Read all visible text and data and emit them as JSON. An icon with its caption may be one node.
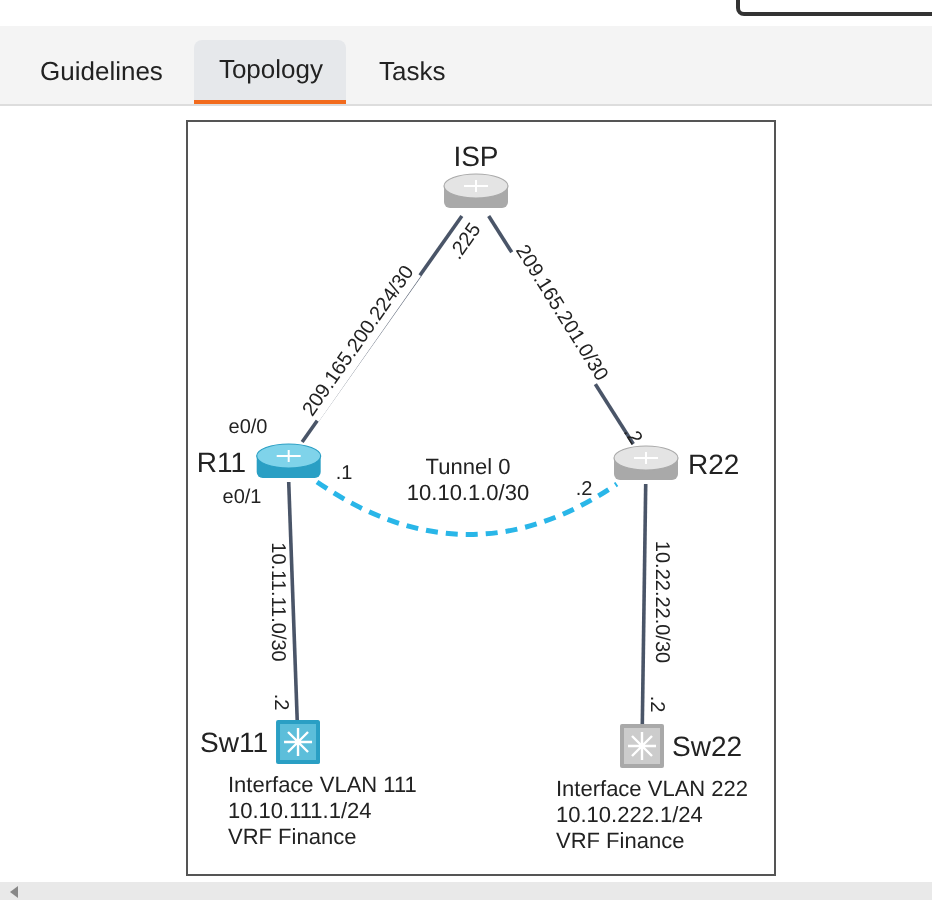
{
  "diagram": {
    "nodes": [
      {
        "text": [
          "ISP"
        ]
      },
      {
        "text": [
          "R11"
        ]
      },
      {
        "text": [
          "R22"
        ]
      },
      {
        "text": [
          "Sw11"
        ],
        "beside": [
          "Interface VLAN 111",
          "10.10.111.1/24",
          "VRF Finance"
        ]
      },
      {
        "text": [
          "Sw22"
        ],
        "beside": [
          "Interface VLAN 222",
          "10.10.222.1/24",
          "VRF Finance"
        ]
      }
    ],
    "edges": [
      {
        "from": 0,
        "to": 1,
        "arrow": "none",
        "label": "209.165.200.224/30"
      },
      {
        "from": 0,
        "to": 2,
        "arrow": "none",
        "label": "209.165.201.0/30"
      },
      {
        "from": 1,
        "to": 2,
        "arrow": "none",
        "label": "Tunnel 0 10.10.1.0/30",
        "style": "dashed",
        "color": "#29b6e8"
      },
      {
        "from": 1,
        "to": 3,
        "arrow": "none",
        "label": "10.11.11.0/30"
      },
      {
        "from": 2,
        "to": 4,
        "arrow": "none",
        "label": "10.22.22.0/30"
      }
    ],
    "labels": [
      "Guidelines",
      "Topology",
      "Tasks",
      ".225",
      "e0/0",
      ".1",
      ".2",
      "e0/1",
      ".2",
      ".2",
      ".2"
    ]
  }
}
